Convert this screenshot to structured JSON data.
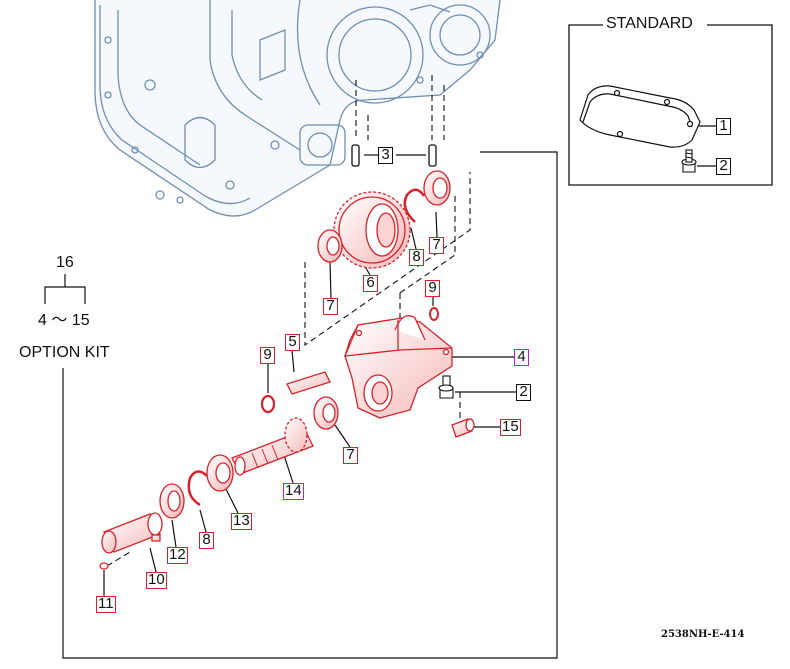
{
  "standard": {
    "title": "STANDARD"
  },
  "option_kit": {
    "label": "OPTION KIT",
    "group_number": "16",
    "range": "4 ～ 15"
  },
  "figure_code": "2538NH-E-414",
  "callouts": {
    "c1": "1",
    "c2_std": "2",
    "c3": "3",
    "c4": "4",
    "c5": "5",
    "c6": "6",
    "c7_top": "7",
    "c7_mid": "7",
    "c7_low": "7",
    "c8_top": "8",
    "c8_low": "8",
    "c9_top": "9",
    "c9_left": "9",
    "c10": "10",
    "c11": "11",
    "c12": "12",
    "c13": "13",
    "c14": "14",
    "c15": "15",
    "c2_opt": "2"
  },
  "colors": {
    "part_highlight": "#d8222a",
    "part_fill": "#fbd3d3",
    "transmission_outline": "#6e8fb3",
    "kit_callout": "#c21fc8",
    "standard_callout": "#111111"
  },
  "icons": {
    "transmission": "transmission-case-icon",
    "cover": "cover-plate-icon",
    "bolt": "bolt-icon",
    "gear": "spur-gear-icon",
    "bearing": "ball-bearing-icon",
    "circlip": "circlip-icon",
    "pin": "dowel-pin-icon",
    "housing": "pto-housing-icon",
    "shaft": "pto-shaft-icon",
    "cap": "shaft-cap-icon"
  }
}
